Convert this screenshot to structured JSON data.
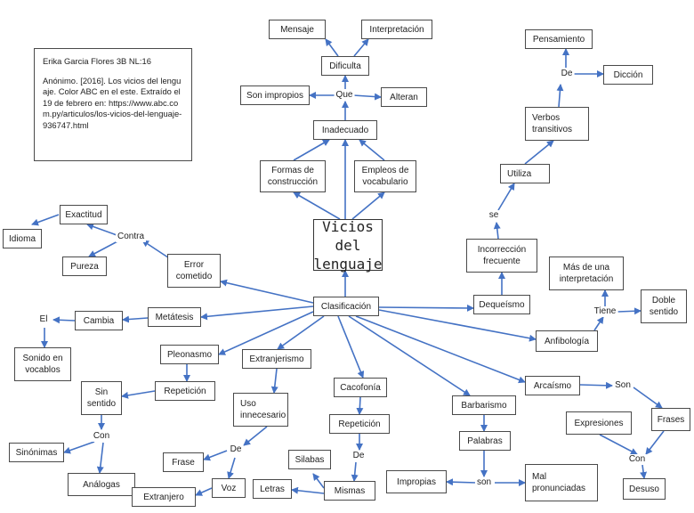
{
  "reference": {
    "author": "Erika Garcia Flores 3B NL:16",
    "citation": "Anónimo. [2016]. Los vicios del lenguaje. Color ABC en el este. Extraído el 19 de febrero en: https://www.abc.com.py/articulos/los-vicios-del-lenguaje-936747.html"
  },
  "colors": {
    "arrow": "#4472c4",
    "border": "#4a4a4a"
  },
  "nodes": {
    "main": "Vicios del\nlenguaje",
    "mensaje": "Mensaje",
    "interpretacion": "Interpretación",
    "dificulta": "Dificulta",
    "son_impropios": "Son impropios",
    "alteran": "Alteran",
    "inadecuado": "Inadecuado",
    "formas": "Formas de\nconstrucción",
    "empleos": "Empleos de\nvocabulario",
    "pensamiento": "Pensamiento",
    "diccion": "Dicción",
    "verbos": "Verbos\ntransitivos",
    "utiliza": "Utiliza",
    "incorreccion": "Incorrección\nfrecuente",
    "dequeismo": "Dequeísmo",
    "exactitud": "Exactitud",
    "idioma": "Idioma",
    "pureza": "Pureza",
    "error": "Error\ncometido",
    "clasificacion": "Clasificación",
    "mas_una": "Más de una\ninterpretación",
    "doble": "Doble\nsentido",
    "anfibologia": "Anfibología",
    "metatesis": "Metátesis",
    "cambia": "Cambia",
    "sonido": "Sonido en\nvocablos",
    "pleonasmo": "Pleonasmo",
    "repeticion1": "Repetición",
    "sin_sentido": "Sin\nsentido",
    "sinonimas": "Sinónimas",
    "analogas": "Análogas",
    "extranjerismo": "Extranjerismo",
    "uso": "Uso\ninnecesario",
    "frase": "Frase",
    "voz": "Voz",
    "extranjero": "Extranjero",
    "cacofonia": "Cacofonía",
    "repeticion2": "Repetición",
    "silabas": "Silabas",
    "letras": "Letras",
    "mismas": "Mismas",
    "barbarismo": "Barbarismo",
    "palabras": "Palabras",
    "impropias": "Impropias",
    "mal": "Mal\npronunciadas",
    "arcaismo": "Arcaísmo",
    "expresiones": "Expresiones",
    "frases": "Frases",
    "desuso": "Desuso"
  },
  "labels": {
    "que": "Que",
    "de_top": "De",
    "se": "se",
    "contra": "Contra",
    "tiene": "Tiene",
    "el": "El",
    "con1": "Con",
    "de_uso": "De",
    "de_mismas": "De",
    "son_barb": "son",
    "son_arca": "Son",
    "con2": "Con"
  }
}
